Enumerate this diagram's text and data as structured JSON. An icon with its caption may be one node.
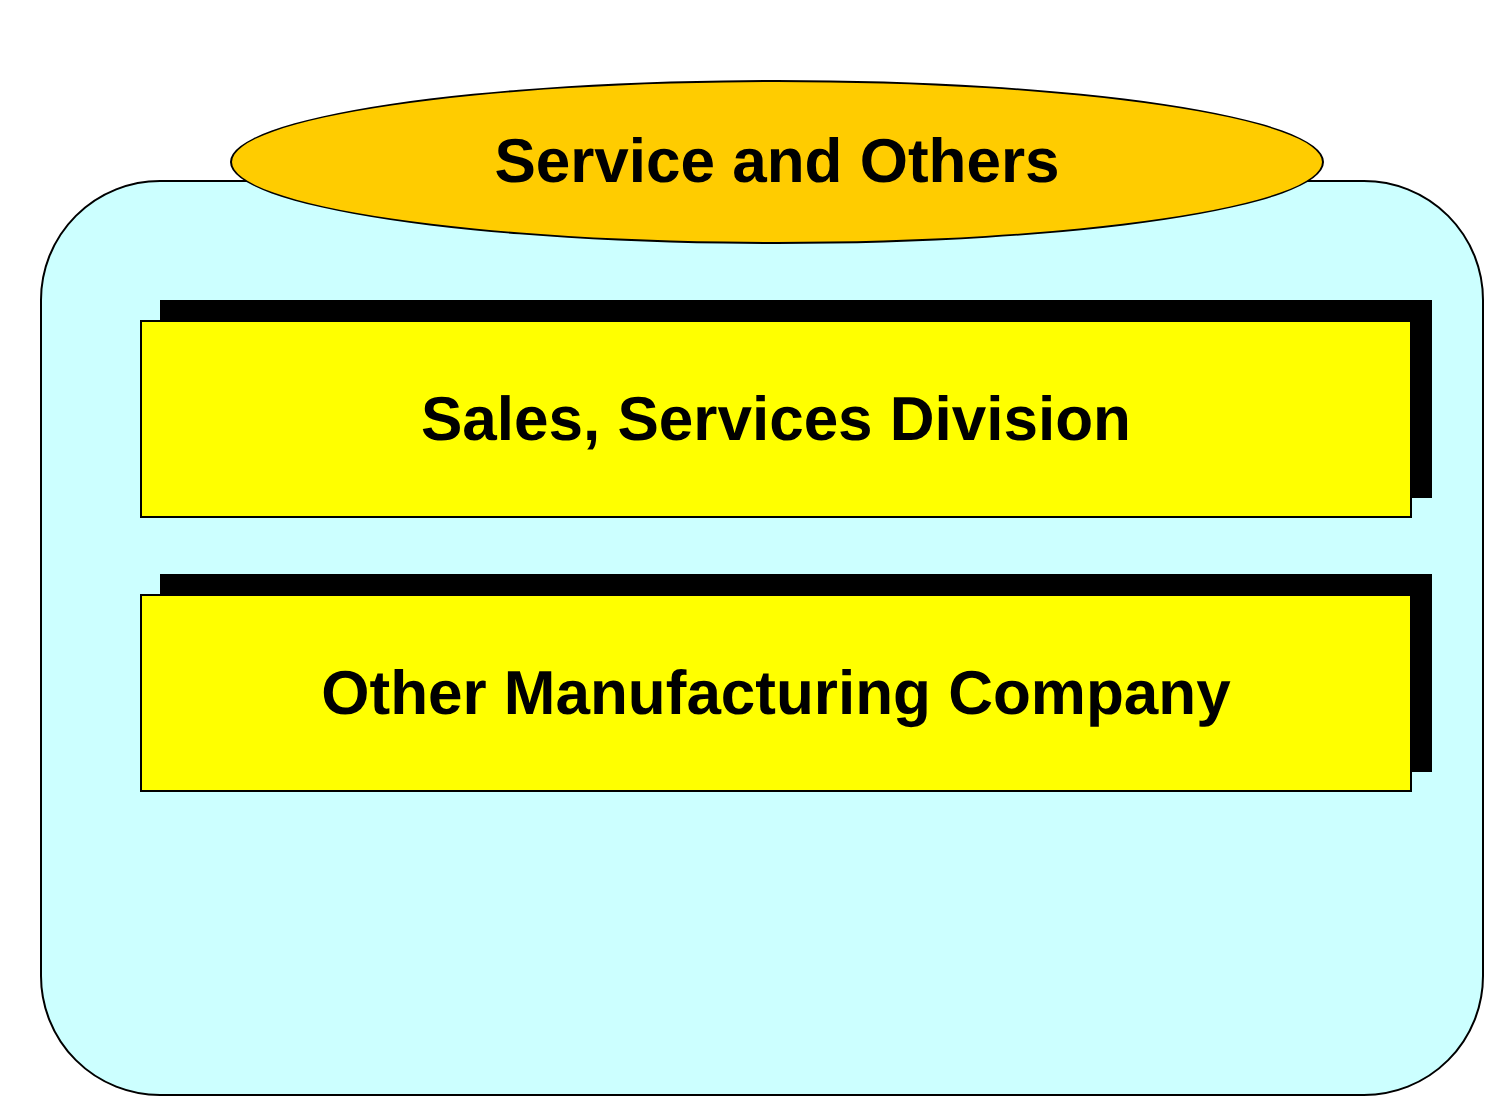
{
  "diagram": {
    "nodes": [
      {
        "text": [
          "Service and Others"
        ]
      },
      {
        "text": [
          "Sales, Services Division"
        ],
        "in": 0
      },
      {
        "text": [
          "Other Manufacturing Company"
        ],
        "in": 0
      }
    ]
  }
}
